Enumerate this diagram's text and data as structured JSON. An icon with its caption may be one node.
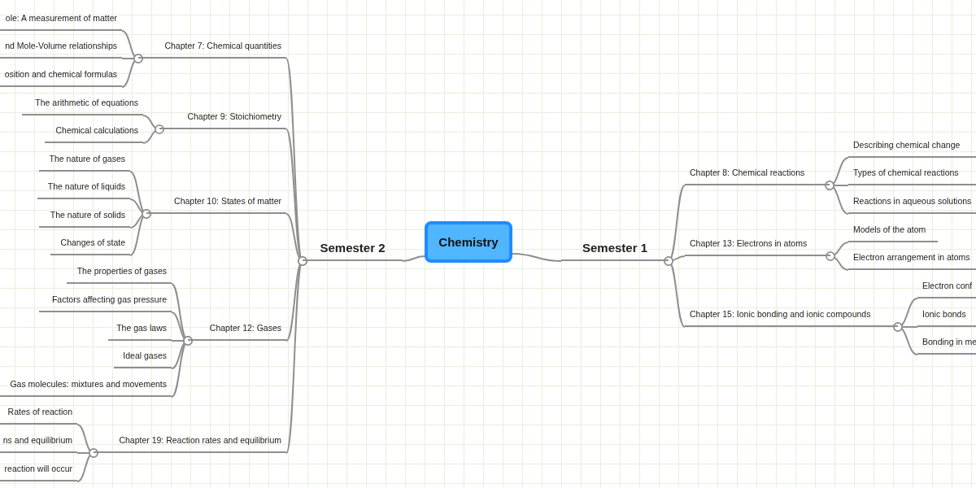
{
  "diagram": {
    "nodes": [
      {
        "text": [
          "Chemistry"
        ]
      },
      {
        "text": [
          "Semester 2"
        ]
      },
      {
        "text": [
          "Chapter 7: Chemical quantities"
        ]
      },
      {
        "text": [
          "ole: A measurement of matter"
        ]
      },
      {
        "text": [
          "nd Mole-Volume relationships"
        ]
      },
      {
        "text": [
          "osition and chemical formulas"
        ]
      },
      {
        "text": [
          "Chapter 9: Stoichiometry"
        ]
      },
      {
        "text": [
          "The arithmetic of equations"
        ]
      },
      {
        "text": [
          "Chemical calculations"
        ]
      },
      {
        "text": [
          "Chapter 10: States of matter"
        ]
      },
      {
        "text": [
          "The nature of gases"
        ]
      },
      {
        "text": [
          "The nature of liquids"
        ]
      },
      {
        "text": [
          "The nature of solids"
        ]
      },
      {
        "text": [
          "Changes of state"
        ]
      },
      {
        "text": [
          "Chapter 12: Gases"
        ]
      },
      {
        "text": [
          "The properties of gases"
        ]
      },
      {
        "text": [
          "Factors affecting gas pressure"
        ]
      },
      {
        "text": [
          "The gas laws"
        ]
      },
      {
        "text": [
          "Ideal gases"
        ]
      },
      {
        "text": [
          "Gas molecules: mixtures and movements"
        ]
      },
      {
        "text": [
          "Chapter 19: Reaction rates and equilibrium"
        ]
      },
      {
        "text": [
          "Rates of reaction"
        ]
      },
      {
        "text": [
          "ns and equilibrium"
        ]
      },
      {
        "text": [
          "reaction will occur"
        ]
      },
      {
        "text": [
          "Semester 1"
        ]
      },
      {
        "text": [
          "Chapter 8: Chemical reactions"
        ]
      },
      {
        "text": [
          "Describing chemical change"
        ]
      },
      {
        "text": [
          "Types of chemical reactions"
        ]
      },
      {
        "text": [
          "Reactions in aqueous solutions"
        ]
      },
      {
        "text": [
          "Chapter 13: Electrons in atoms"
        ]
      },
      {
        "text": [
          "Models of the atom"
        ]
      },
      {
        "text": [
          "Electron arrangement in atoms"
        ]
      },
      {
        "text": [
          "Chapter 15: Ionic bonding and ionic compounds"
        ]
      },
      {
        "text": [
          "Electron conf"
        ]
      },
      {
        "text": [
          "Ionic bonds"
        ]
      },
      {
        "text": [
          "Bonding in me"
        ]
      }
    ],
    "edges": [
      {
        "from": 0,
        "to": 1,
        "arrow": "none"
      },
      {
        "from": 1,
        "to": 2,
        "arrow": "other"
      },
      {
        "from": 2,
        "to": 3,
        "arrow": "other"
      },
      {
        "from": 2,
        "to": 4,
        "arrow": "other"
      },
      {
        "from": 2,
        "to": 5,
        "arrow": "other"
      },
      {
        "from": 1,
        "to": 6,
        "arrow": "other"
      },
      {
        "from": 6,
        "to": 7,
        "arrow": "other"
      },
      {
        "from": 6,
        "to": 8,
        "arrow": "other"
      },
      {
        "from": 1,
        "to": 9,
        "arrow": "other"
      },
      {
        "from": 9,
        "to": 10,
        "arrow": "other"
      },
      {
        "from": 9,
        "to": 11,
        "arrow": "other"
      },
      {
        "from": 9,
        "to": 12,
        "arrow": "other"
      },
      {
        "from": 9,
        "to": 13,
        "arrow": "other"
      },
      {
        "from": 1,
        "to": 14,
        "arrow": "other"
      },
      {
        "from": 14,
        "to": 15,
        "arrow": "other"
      },
      {
        "from": 14,
        "to": 16,
        "arrow": "other"
      },
      {
        "from": 14,
        "to": 17,
        "arrow": "other"
      },
      {
        "from": 14,
        "to": 18,
        "arrow": "other"
      },
      {
        "from": 14,
        "to": 19,
        "arrow": "other"
      },
      {
        "from": 1,
        "to": 20,
        "arrow": "other"
      },
      {
        "from": 20,
        "to": 21,
        "arrow": "other"
      },
      {
        "from": 20,
        "to": 22,
        "arrow": "other"
      },
      {
        "from": 20,
        "to": 23,
        "arrow": "other"
      },
      {
        "from": 0,
        "to": 24,
        "arrow": "none"
      },
      {
        "from": 24,
        "to": 25,
        "arrow": "other"
      },
      {
        "from": 25,
        "to": 26,
        "arrow": "other"
      },
      {
        "from": 25,
        "to": 27,
        "arrow": "other"
      },
      {
        "from": 25,
        "to": 28,
        "arrow": "other"
      },
      {
        "from": 24,
        "to": 29,
        "arrow": "other"
      },
      {
        "from": 29,
        "to": 30,
        "arrow": "other"
      },
      {
        "from": 29,
        "to": 31,
        "arrow": "other"
      },
      {
        "from": 24,
        "to": 32,
        "arrow": "other"
      },
      {
        "from": 32,
        "to": 33,
        "arrow": "other"
      },
      {
        "from": 32,
        "to": 34,
        "arrow": "other"
      },
      {
        "from": 32,
        "to": 35,
        "arrow": "other"
      }
    ]
  }
}
